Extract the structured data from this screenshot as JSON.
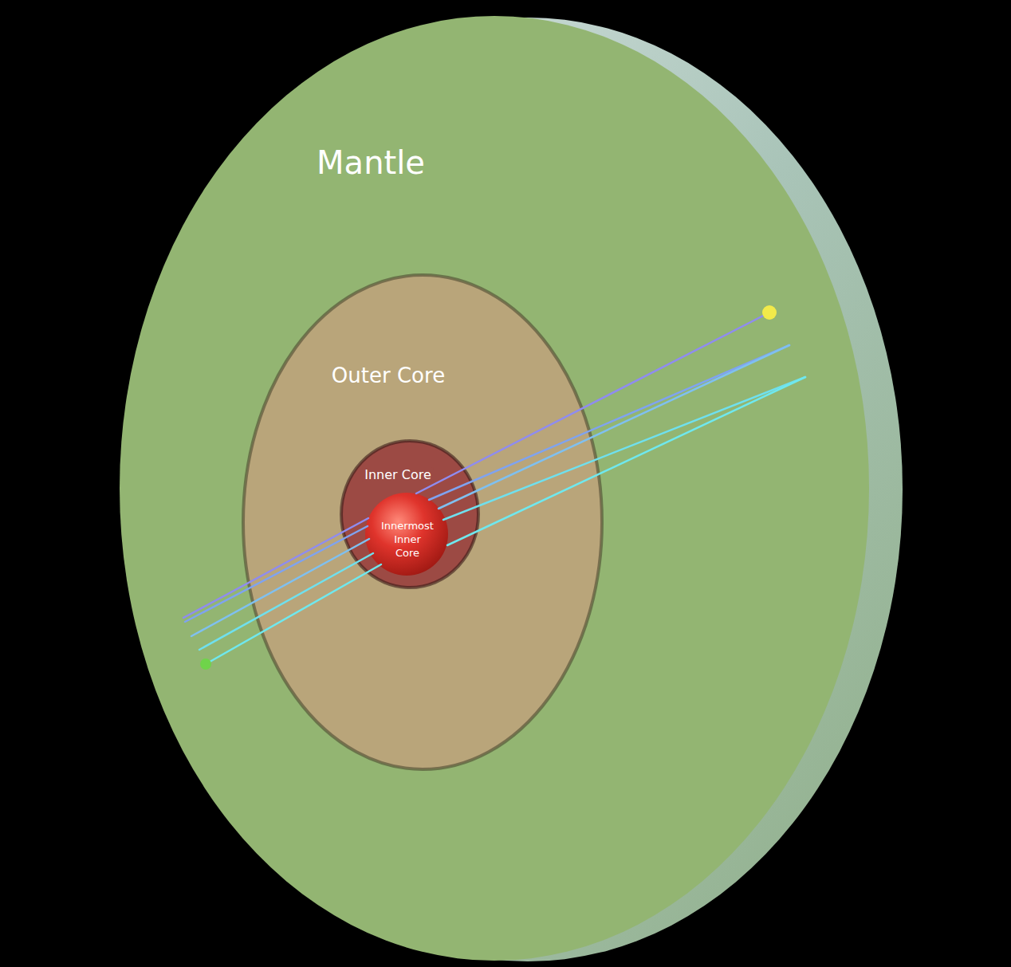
{
  "diagram": {
    "nodes": [
      {
        "text": [
          "Mantle"
        ]
      },
      {
        "text": [
          "Outer Core"
        ],
        "in": 0
      },
      {
        "text": [
          "Inner Core"
        ],
        "in": 1
      },
      {
        "text": [
          "Innermost Inner Core"
        ],
        "in": 2
      }
    ]
  }
}
